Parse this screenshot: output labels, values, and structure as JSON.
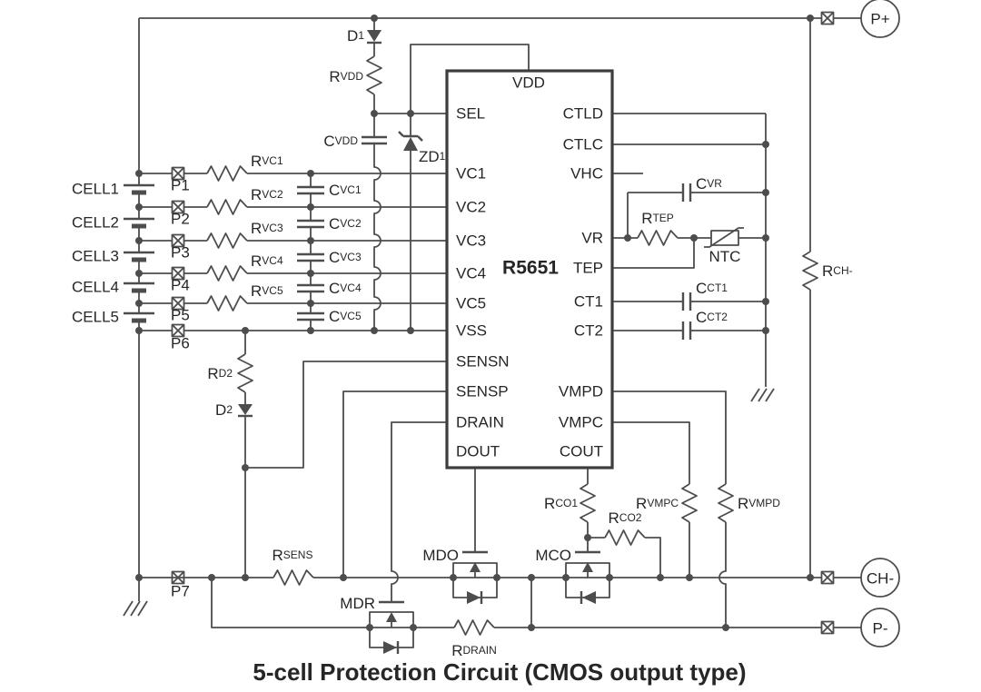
{
  "title": "5-cell Protection Circuit (CMOS output type)",
  "colors": {
    "wire": "#4d4d4d",
    "text": "#262626",
    "ic_border": "#3d3d3d",
    "background": "#ffffff"
  },
  "ic": {
    "name": "R5651",
    "top_pin": "VDD",
    "left_pins": [
      "SEL",
      "VC1",
      "VC2",
      "VC3",
      "VC4",
      "VC5",
      "VSS",
      "SENSN",
      "SENSP",
      "DRAIN",
      "DOUT"
    ],
    "right_pins": [
      "CTLD",
      "CTLC",
      "VHC",
      "VR",
      "TEP",
      "CT1",
      "CT2",
      "VMPD",
      "VMPC",
      "COUT"
    ]
  },
  "cells": [
    "CELL1",
    "CELL2",
    "CELL3",
    "CELL4",
    "CELL5"
  ],
  "connectors": [
    "P1",
    "P2",
    "P3",
    "P4",
    "P5",
    "P6",
    "P7"
  ],
  "terminals": [
    "P+",
    "CH-",
    "P-"
  ],
  "components": {
    "d1": {
      "t": "D",
      "s": "1"
    },
    "rvdd": {
      "t": "R",
      "s": "VDD"
    },
    "cvdd": {
      "t": "C",
      "s": "VDD"
    },
    "zd1": {
      "t": "ZD",
      "s": "1"
    },
    "rvc1": {
      "t": "R",
      "s": "VC1"
    },
    "rvc2": {
      "t": "R",
      "s": "VC2"
    },
    "rvc3": {
      "t": "R",
      "s": "VC3"
    },
    "rvc4": {
      "t": "R",
      "s": "VC4"
    },
    "rvc5": {
      "t": "R",
      "s": "VC5"
    },
    "cvc1": {
      "t": "C",
      "s": "VC1"
    },
    "cvc2": {
      "t": "C",
      "s": "VC2"
    },
    "cvc3": {
      "t": "C",
      "s": "VC3"
    },
    "cvc4": {
      "t": "C",
      "s": "VC4"
    },
    "cvc5": {
      "t": "C",
      "s": "VC5"
    },
    "rd2": {
      "t": "R",
      "s": "D2"
    },
    "d2": {
      "t": "D",
      "s": "2"
    },
    "rsens": {
      "t": "R",
      "s": "SENS"
    },
    "rdrain": {
      "t": "R",
      "s": "DRAIN"
    },
    "mdo": {
      "t": "MDO"
    },
    "mco": {
      "t": "MCO"
    },
    "mdr": {
      "t": "MDR"
    },
    "rco1": {
      "t": "R",
      "s": "CO1"
    },
    "rco2": {
      "t": "R",
      "s": "CO2"
    },
    "rvmpc": {
      "t": "R",
      "s": "VMPC"
    },
    "rvmpd": {
      "t": "R",
      "s": "VMPD"
    },
    "cvr": {
      "t": "C",
      "s": "VR"
    },
    "rtep": {
      "t": "R",
      "s": "TEP"
    },
    "ntc": {
      "t": "NTC"
    },
    "cct1": {
      "t": "C",
      "s": "CT1"
    },
    "cct2": {
      "t": "C",
      "s": "CT2"
    },
    "rchm": {
      "t": "R",
      "s": "CH-"
    }
  }
}
